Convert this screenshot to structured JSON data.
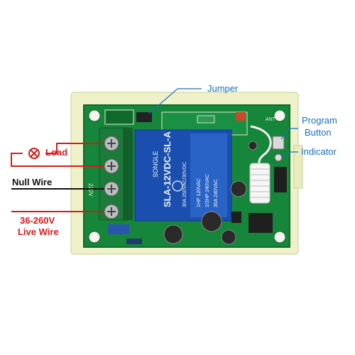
{
  "labels": {
    "load": "Load",
    "null_wire": "Null Wire",
    "live_voltage": "36-260V",
    "live_wire": "Live Wire",
    "jumper": "Jumper",
    "program_line1": "Program",
    "program_line2": "Button",
    "indicator": "Indicator"
  },
  "relay": {
    "model": "SLA-12VDC-SL-A",
    "brand": "SONGLE",
    "rating1": "30A 250VAC/30VDC",
    "rating2": "1HP 120VAC",
    "rating3": "1/2HP 240VAC",
    "rating4": "30A 240VAC"
  },
  "board_text": {
    "voltage_mark": "220V",
    "ant": "ANT"
  },
  "colors": {
    "pcb": "#16863a",
    "pcb_dark": "#0f6a2c",
    "housing": "#eff2c9",
    "relay": "#1a4fb0",
    "terminal": "#1c7a3a",
    "wire_red": "#d61a1a",
    "wire_black": "#111111",
    "callout": "#1a6fc0"
  }
}
